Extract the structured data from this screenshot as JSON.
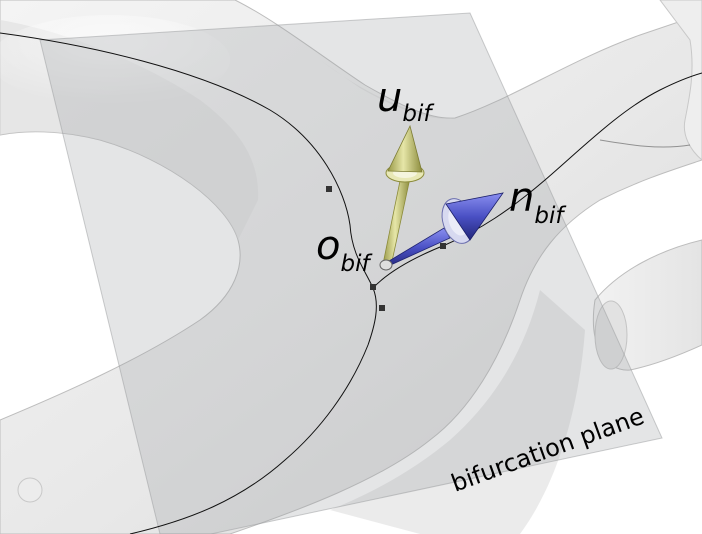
{
  "labels": {
    "u_base": "u",
    "u_sub": "bif",
    "n_base": "n",
    "n_sub": "bif",
    "o_base": "o",
    "o_sub": "bif",
    "plane": "bifurcation plane"
  },
  "colors": {
    "surface": "#e9e9e9",
    "surface_shade": "#cfcfcf",
    "plane": "#b7b9bb",
    "u_arrow": "#cfcf7a",
    "n_arrow": "#4f55c8",
    "centerline": "#111111"
  },
  "icons": {
    "u_vector": "arrow-up-icon",
    "n_vector": "arrow-right-icon",
    "origin": "origin-point-icon"
  }
}
